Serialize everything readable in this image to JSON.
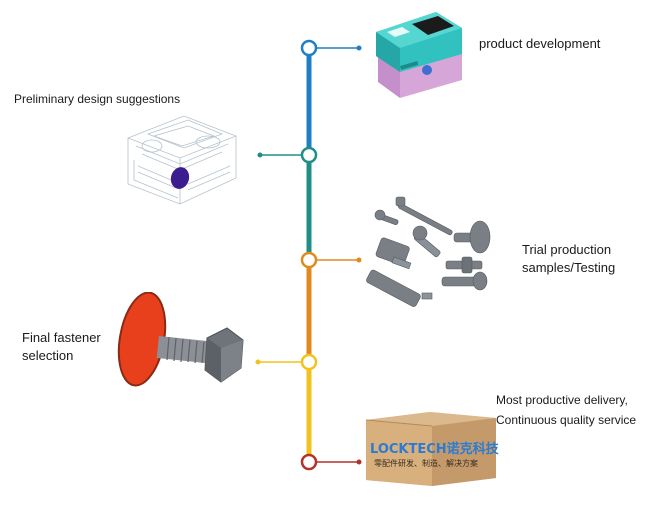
{
  "colors": {
    "segment_1": "#1f7fc4",
    "segment_2": "#1f8f86",
    "segment_3": "#e08a1e",
    "segment_4": "#f2c31c",
    "end_node": "#b3322a"
  },
  "steps": [
    {
      "id": "product-development",
      "lines": [
        "product development"
      ]
    },
    {
      "id": "preliminary-design",
      "lines": [
        "Preliminary design suggestions"
      ]
    },
    {
      "id": "trial-production",
      "lines": [
        "Trial production",
        "samples/Testing"
      ]
    },
    {
      "id": "fastener-selection",
      "lines": [
        "Final fastener",
        "selection"
      ]
    },
    {
      "id": "delivery",
      "lines": [
        "Most productive delivery,",
        "Continuous quality service"
      ]
    }
  ],
  "box": {
    "brand": "LOCKTECH诺克科技",
    "tagline": "零配件研发、制造、解决方案"
  },
  "icons": {
    "device": "pulse-oximeter-icon",
    "wireframe": "design-wireframe-icon",
    "parts": "fastener-samples-icon",
    "bolt": "bolt-icon",
    "box": "shipping-box-icon"
  }
}
